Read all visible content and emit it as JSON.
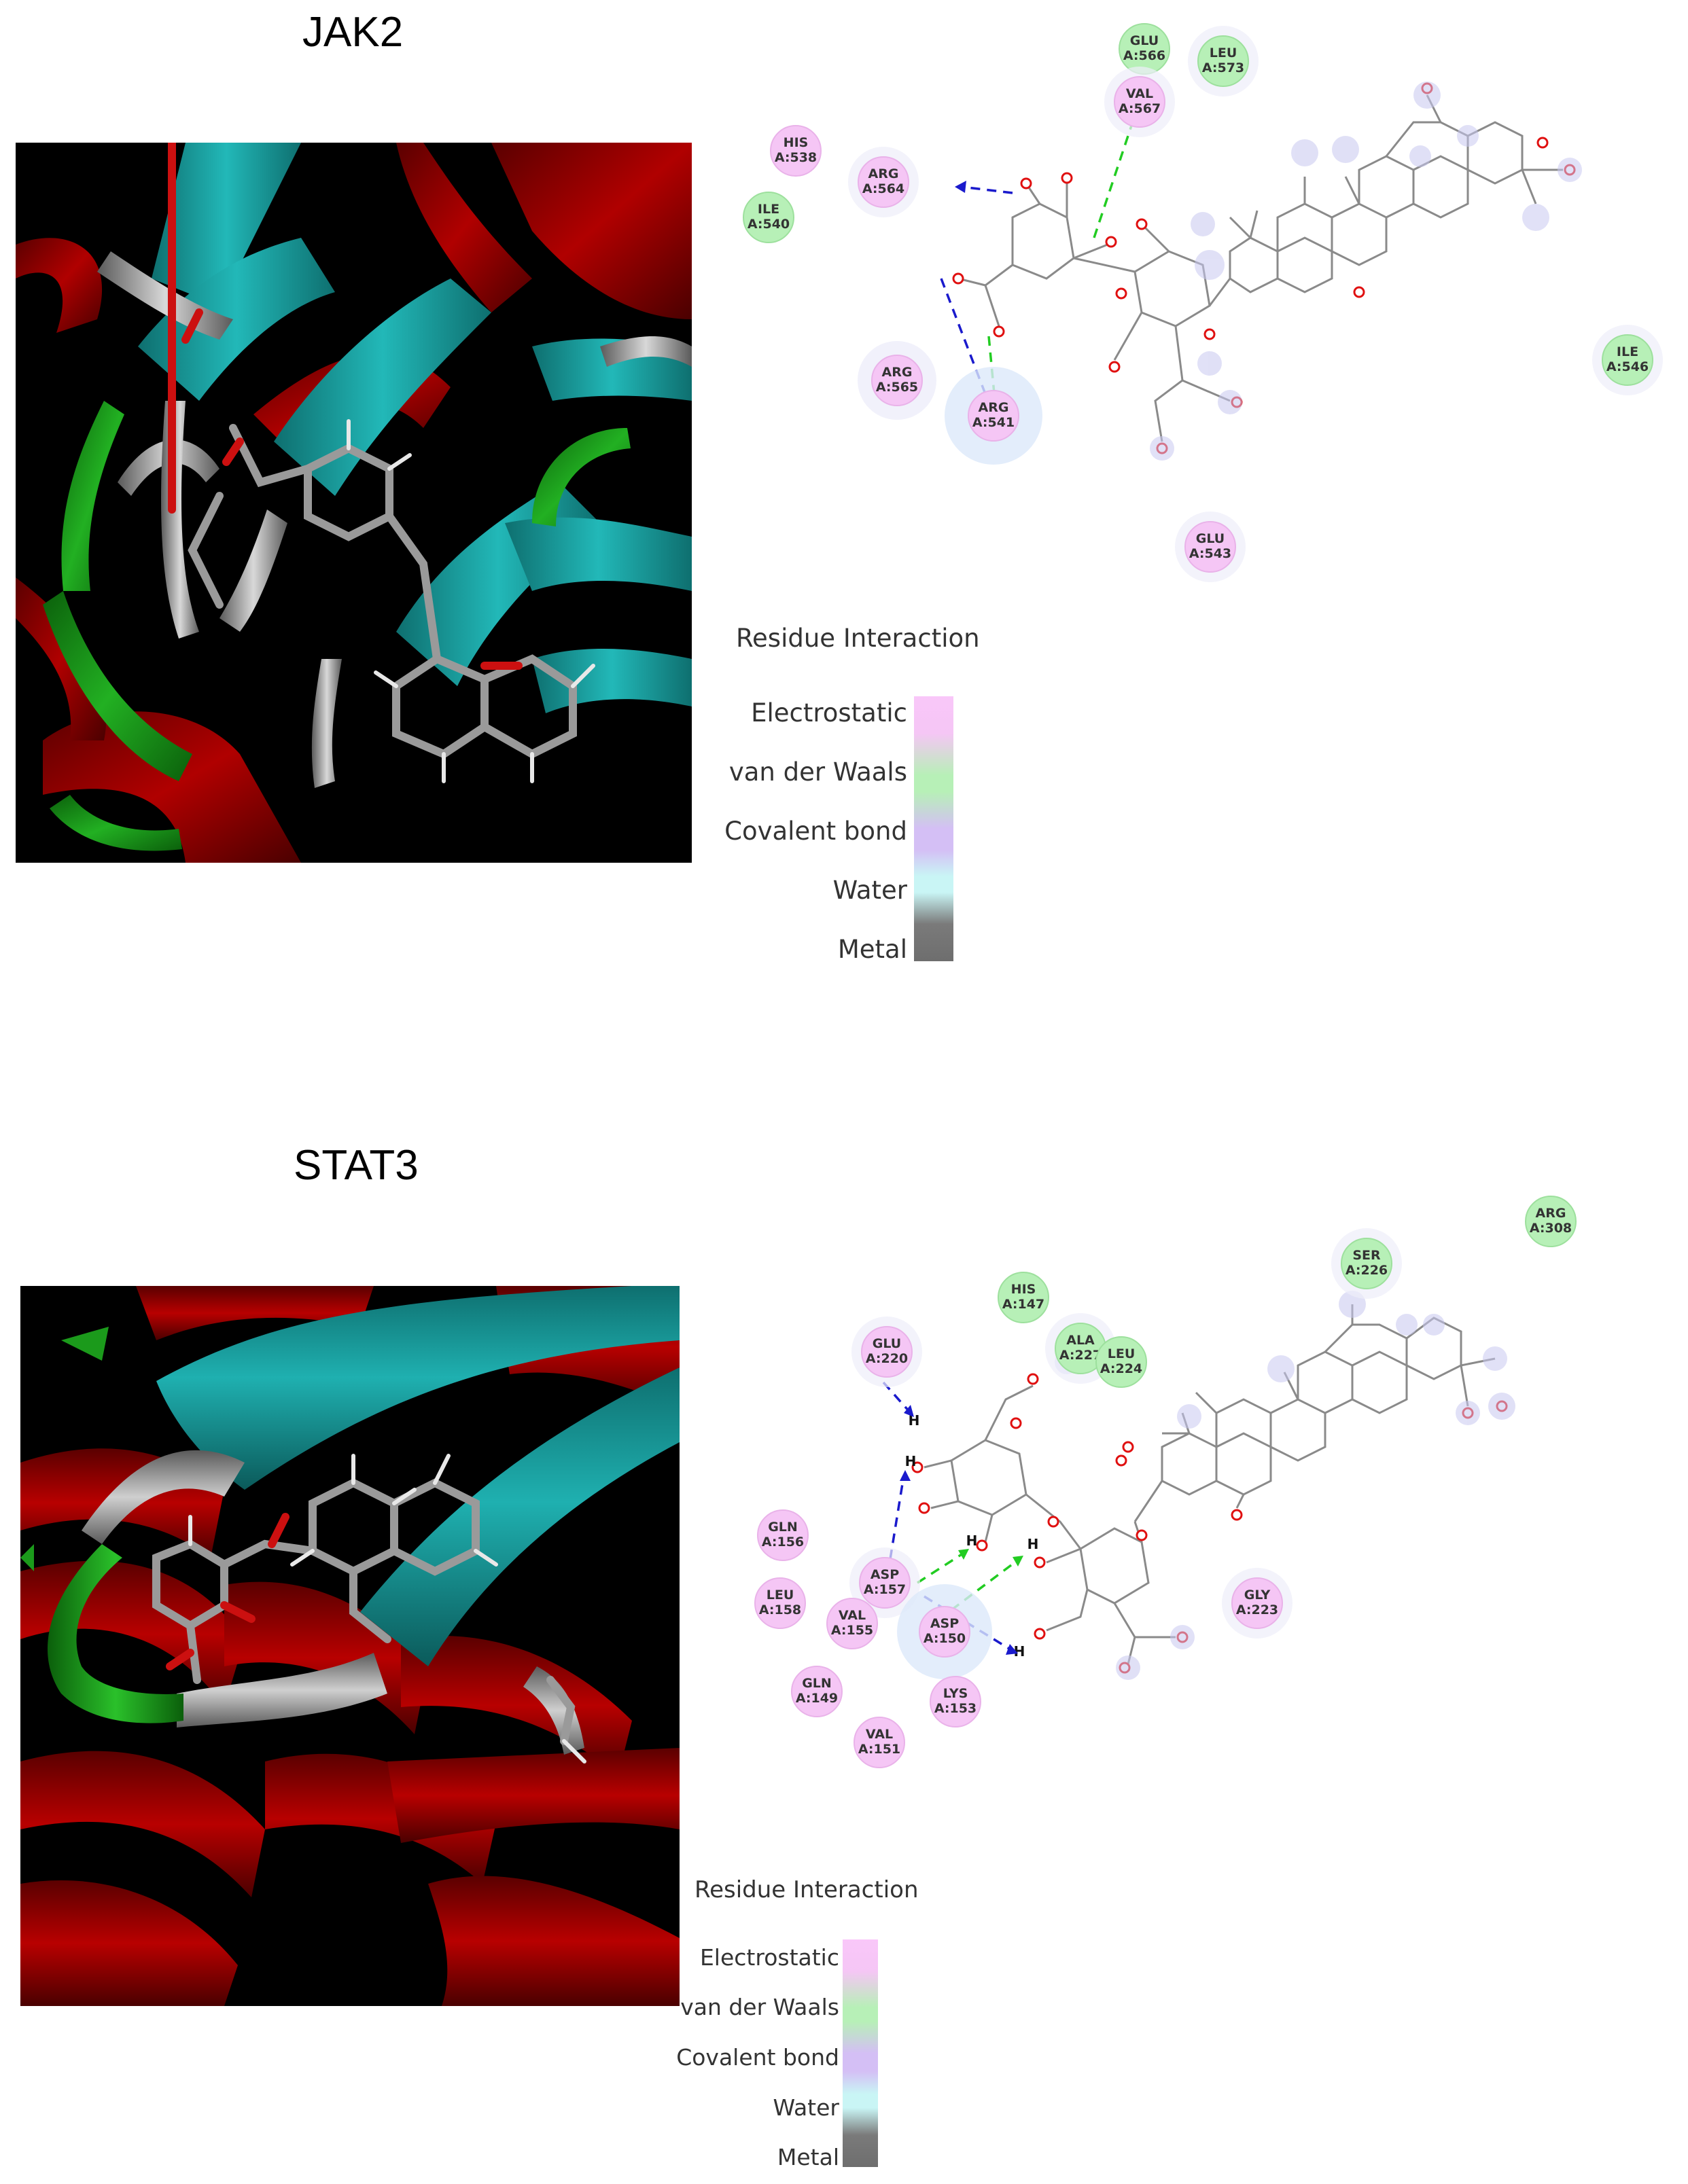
{
  "panels": [
    {
      "id": "jak2",
      "title": "JAK2",
      "legend_title": "Residue Interaction",
      "residues": [
        {
          "res": "HIS",
          "num": "A:538",
          "type": "electrostatic"
        },
        {
          "res": "ARG",
          "num": "A:564",
          "type": "electrostatic"
        },
        {
          "res": "ILE",
          "num": "A:540",
          "type": "van der Waals"
        },
        {
          "res": "GLU",
          "num": "A:566",
          "type": "van der Waals"
        },
        {
          "res": "LEU",
          "num": "A:573",
          "type": "van der Waals"
        },
        {
          "res": "VAL",
          "num": "A:567",
          "type": "electrostatic"
        },
        {
          "res": "ARG",
          "num": "A:565",
          "type": "electrostatic"
        },
        {
          "res": "ARG",
          "num": "A:541",
          "type": "electrostatic"
        },
        {
          "res": "ILE",
          "num": "A:546",
          "type": "van der Waals"
        },
        {
          "res": "GLU",
          "num": "A:543",
          "type": "electrostatic"
        }
      ]
    },
    {
      "id": "stat3",
      "title": "STAT3",
      "legend_title": "Residue Interaction",
      "residues": [
        {
          "res": "ARG",
          "num": "A:308",
          "type": "van der Waals"
        },
        {
          "res": "SER",
          "num": "A:226",
          "type": "van der Waals"
        },
        {
          "res": "HIS",
          "num": "A:147",
          "type": "van der Waals"
        },
        {
          "res": "ALA",
          "num": "A:227",
          "type": "van der Waals"
        },
        {
          "res": "LEU",
          "num": "A:224",
          "type": "van der Waals"
        },
        {
          "res": "GLU",
          "num": "A:220",
          "type": "electrostatic"
        },
        {
          "res": "GLN",
          "num": "A:156",
          "type": "electrostatic"
        },
        {
          "res": "LEU",
          "num": "A:158",
          "type": "electrostatic"
        },
        {
          "res": "ASP",
          "num": "A:157",
          "type": "electrostatic"
        },
        {
          "res": "VAL",
          "num": "A:155",
          "type": "electrostatic"
        },
        {
          "res": "ASP",
          "num": "A:150",
          "type": "electrostatic"
        },
        {
          "res": "GLN",
          "num": "A:149",
          "type": "electrostatic"
        },
        {
          "res": "LYS",
          "num": "A:153",
          "type": "electrostatic"
        },
        {
          "res": "VAL",
          "num": "A:151",
          "type": "electrostatic"
        },
        {
          "res": "GLY",
          "num": "A:223",
          "type": "electrostatic"
        }
      ]
    }
  ],
  "legend_items": [
    "Electrostatic",
    "van der Waals",
    "Covalent bond",
    "Water",
    "Metal"
  ],
  "atom_labels": {
    "oxygen": "O",
    "hydrogen": "H"
  },
  "colors": {
    "electrostatic": "#f5c6f5",
    "van_der_waals": "#b7f0b7",
    "covalent": "#d4bff5",
    "water": "#c9f5f5",
    "metal": "#6e6e6e",
    "hbond_conventional": "#22cc22",
    "hbond_blue": "#1a1acc",
    "ligand_bond": "#808080",
    "oxygen": "#e01010",
    "ribbon_helix": "#8c0000",
    "ribbon_sheet": "#1aa6a6",
    "ribbon_turn": "#1b9a1b",
    "ribbon_coil": "#a8a8a8"
  }
}
